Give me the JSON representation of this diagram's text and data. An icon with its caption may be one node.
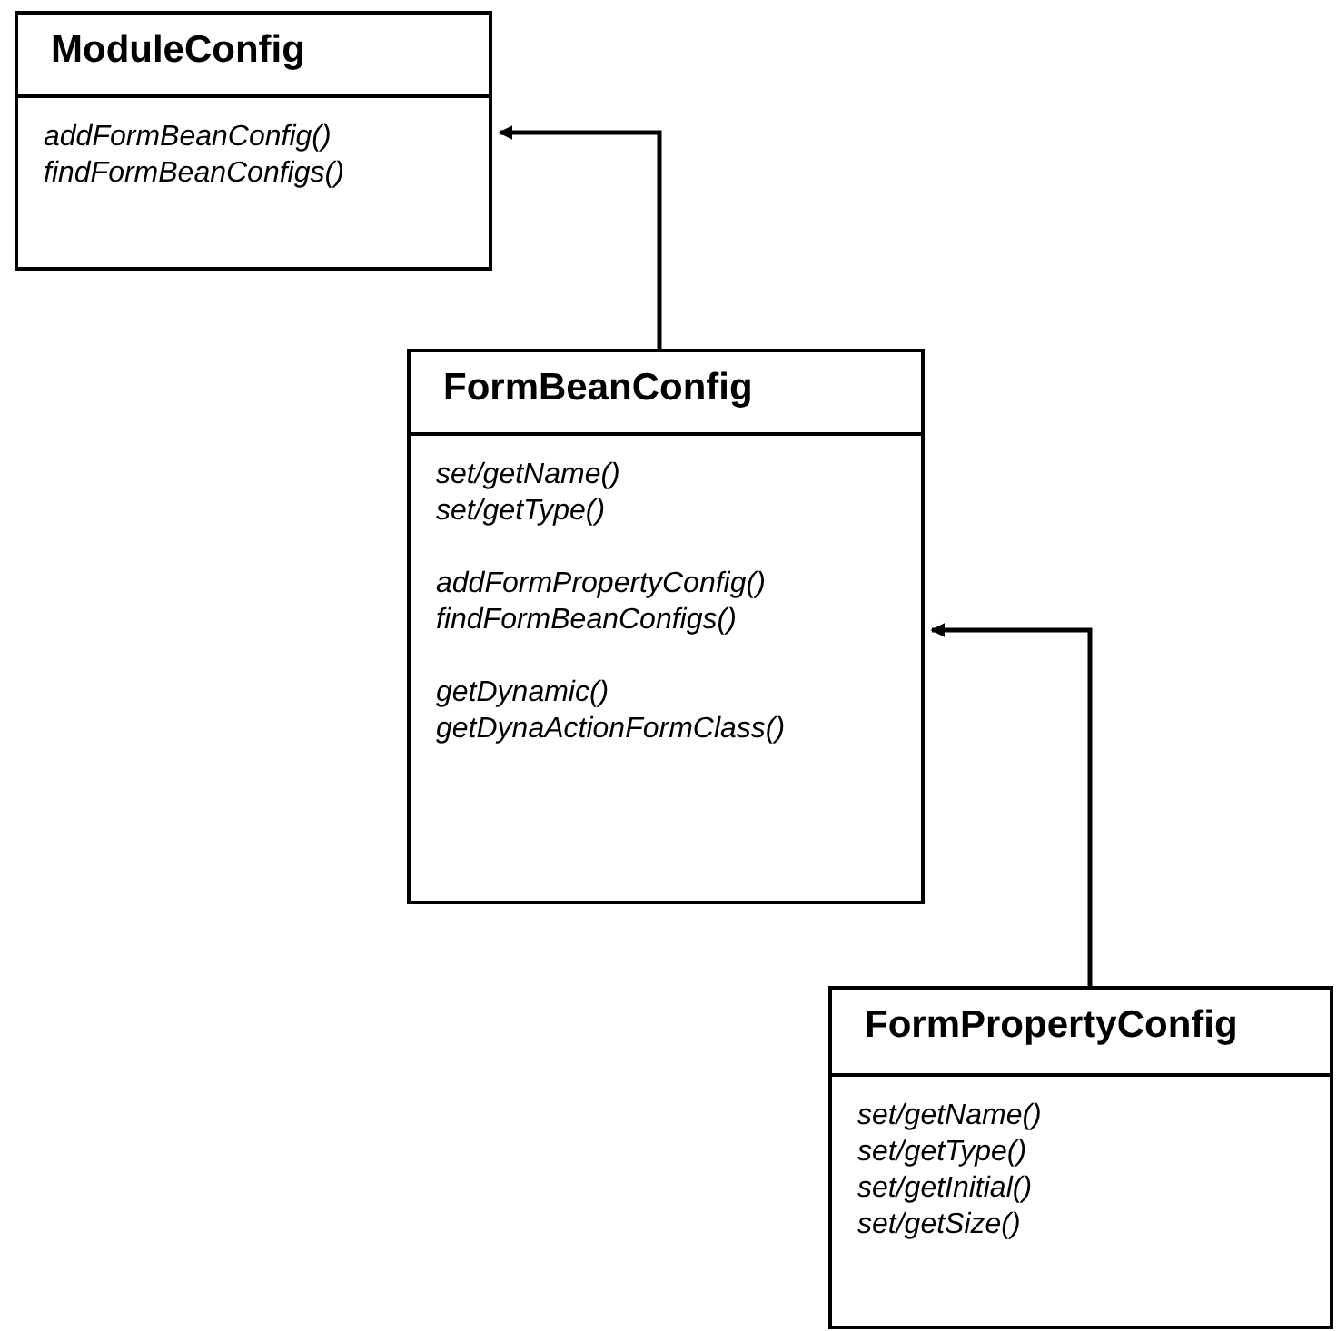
{
  "diagram": {
    "nodes": [
      {
        "text": [
          "ModuleConfig",
          "addFormBeanConfig() findFormBeanConfigs()"
        ]
      },
      {
        "text": [
          "FormBeanConfig",
          "set/getName() set/getType()",
          "addFormPropertyConfig() findFormBeanConfigs()",
          "getDynamic() getDynaActionFormClass()"
        ]
      },
      {
        "text": [
          "FormPropertyConfig",
          "set/getName() set/getType() set/getInitial() set/getSize()"
        ]
      }
    ],
    "edges": [
      {
        "from": 1,
        "to": 0,
        "arrow": "to"
      },
      {
        "from": 2,
        "to": 1,
        "arrow": "to"
      }
    ]
  }
}
